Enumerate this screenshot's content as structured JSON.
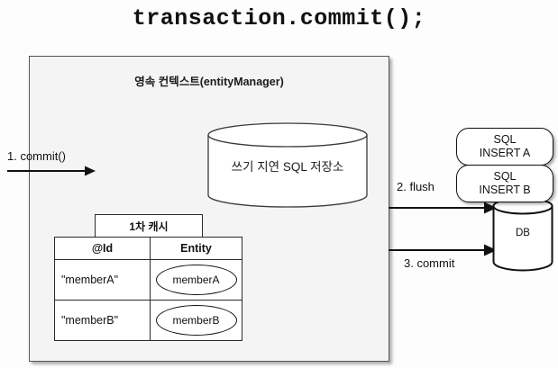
{
  "title": "transaction.commit();",
  "persistence_context": {
    "header": "영속 컨텍스트(entityManager)"
  },
  "sql_store": {
    "label": "쓰기 지연 SQL 저장소",
    "icon": "cylinder-icon"
  },
  "first_level_cache": {
    "header": "1차 캐시",
    "columns": [
      "@Id",
      "Entity"
    ],
    "rows": [
      {
        "id": "\"memberA\"",
        "entity": "memberA"
      },
      {
        "id": "\"memberB\"",
        "entity": "memberB"
      }
    ]
  },
  "sql_statements": [
    {
      "line1": "SQL",
      "line2": "INSERT A"
    },
    {
      "line1": "SQL",
      "line2": "INSERT B"
    }
  ],
  "database": {
    "label": "DB",
    "icon": "database-cylinder-icon"
  },
  "flows": [
    {
      "label": "1. commit()",
      "icon": "arrow-right-icon"
    },
    {
      "label": "2. flush",
      "icon": "arrow-right-icon"
    },
    {
      "label": "3. commit",
      "icon": "arrow-right-icon"
    }
  ],
  "colors": {
    "box_fill": "#f4f4f4",
    "box_stroke": "#555555",
    "shape_stroke": "#111111",
    "text": "#111111",
    "background": "#fdfdfd"
  }
}
